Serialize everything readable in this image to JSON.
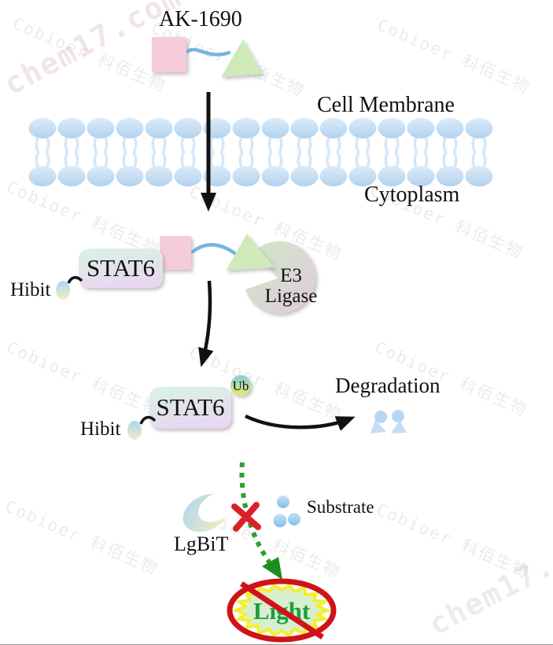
{
  "title": "AK-1690 induced STAT6 degradation mechanism diagram",
  "labels": {
    "compound": "AK-1690",
    "cell_membrane": "Cell Membrane",
    "cytoplasm": "Cytoplasm",
    "stat6_complex": "STAT6",
    "hibit_complex": "Hibit",
    "e3_line1": "E3",
    "e3_line2": "Ligase",
    "stat6_ub": "STAT6",
    "hibit_ub": "Hibit",
    "ub": "Ub",
    "degradation": "Degradation",
    "substrate": "Substrate",
    "lgbit": "LgBiT",
    "light": "Light"
  },
  "watermarks": {
    "brand": "Cobioer 科佰生物",
    "site": "chem17.com"
  },
  "colors": {
    "warhead_square": "#f6cbda",
    "linker_blue": "#72b6e4",
    "ligand_triangle": "#cfe9bb",
    "membrane_blue": "#bcd8f0",
    "stat6_box_top": "#d9f3e2",
    "stat6_box_bottom": "#e8d8f1",
    "hibit_tag_top": "#a9d6f3",
    "hibit_tag_bottom": "#f2edc3",
    "e3_pacman_green": "#cfe8c5",
    "e3_pacman_pink": "#e2cade",
    "ub_top": "#7fd0e0",
    "ub_bottom": "#e8ea70",
    "fragment_blue": "#c5ddf3",
    "blocked_arrow_green": "#2f9e2f",
    "cross_red": "#da2128",
    "no_symbol_red": "#cf1318",
    "burst_yellow": "#f4ef2e",
    "burst_green_fill": "#d6efcf",
    "light_text_green": "#1f9e3d",
    "arrow_black": "#111111"
  }
}
